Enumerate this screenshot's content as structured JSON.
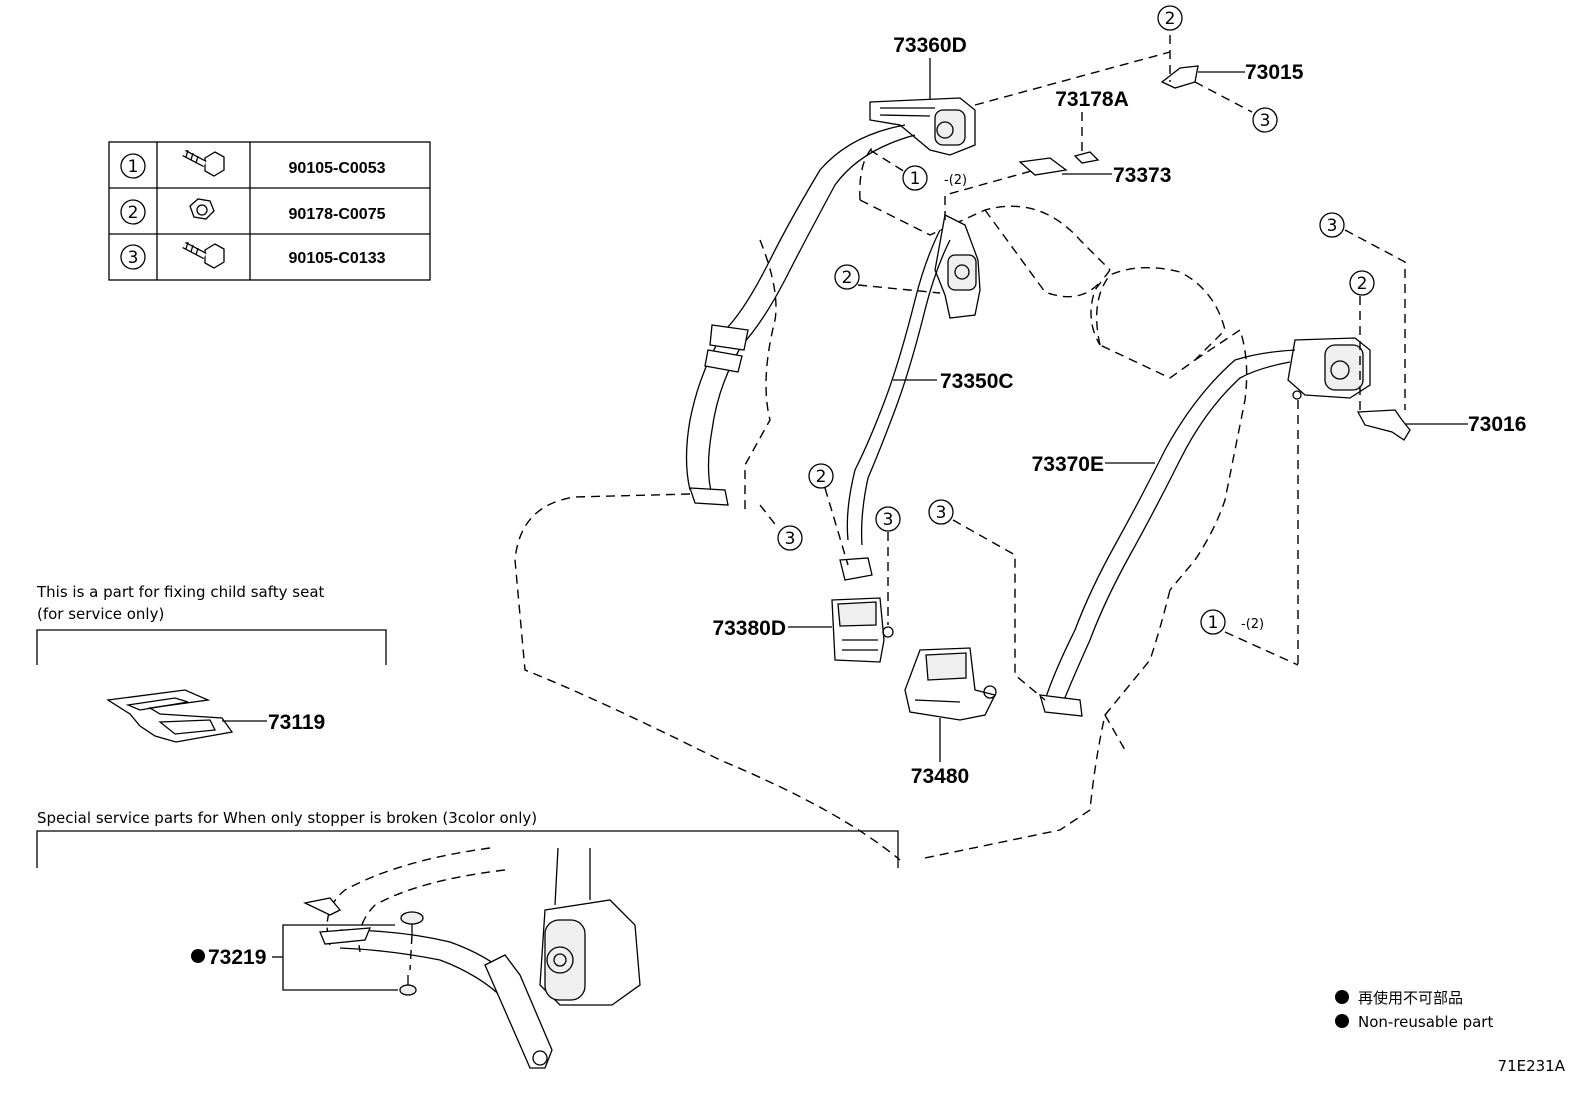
{
  "fastener_table": [
    {
      "num": "1",
      "icon": "bolt-icon",
      "part": "90105-C0053"
    },
    {
      "num": "2",
      "icon": "nut-icon",
      "part": "90178-C0075"
    },
    {
      "num": "3",
      "icon": "bolt-icon",
      "part": "90105-C0133"
    }
  ],
  "parts": {
    "p73360D": "73360D",
    "p73015": "73015",
    "p73178A": "73178A",
    "p73373": "73373",
    "p73350C": "73350C",
    "p73016": "73016",
    "p73370E": "73370E",
    "p73380D": "73380D",
    "p73480": "73480",
    "p73119": "73119",
    "p73219": "73219"
  },
  "qty_labels": {
    "q1": "-(2)",
    "q2": "-(2)"
  },
  "callouts": [
    "1",
    "2",
    "3"
  ],
  "notes": {
    "child_seat_line1": "This is a part for fixing child safty seat",
    "child_seat_line2": "(for service only)",
    "stopper": "Special service parts for When only stopper is broken (3color only)"
  },
  "legend": {
    "jp": "再使用不可部品",
    "en": "Non-reusable part"
  },
  "diagram_id": "71E231A"
}
